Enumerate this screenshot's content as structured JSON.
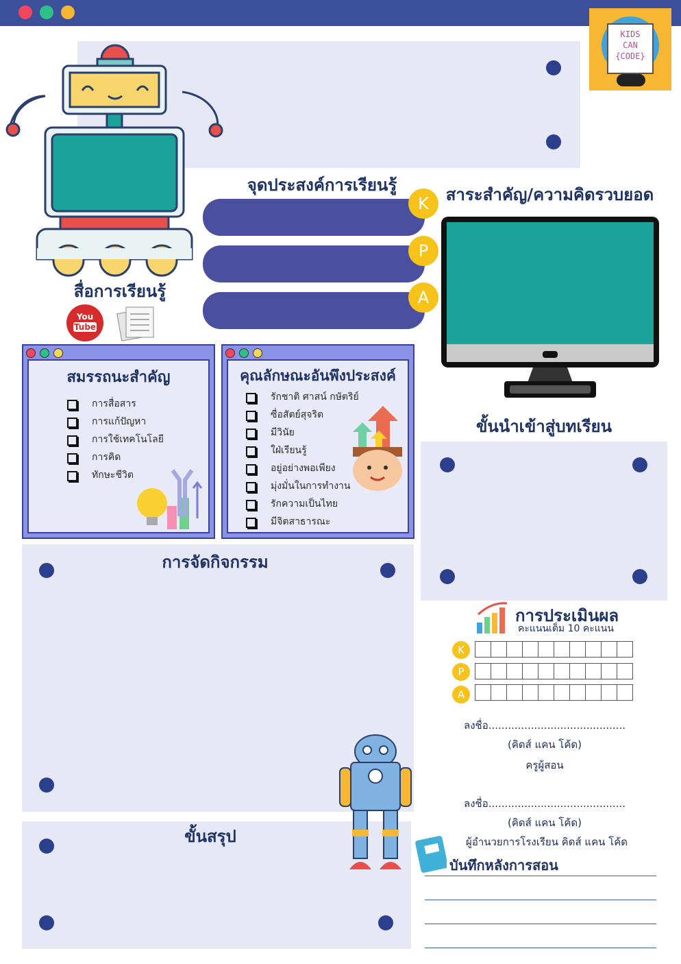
{
  "header": {
    "dot_colors": [
      "#f4455f",
      "#2ec08a",
      "#f7b733"
    ],
    "bar_color": "#3b4f9a"
  },
  "logo": {
    "line1": "KIDS",
    "line2": "CAN",
    "line3": "{CODE}"
  },
  "objectives": {
    "title": "จุดประสงค์การเรียนรู้",
    "badges": [
      "K",
      "P",
      "A"
    ]
  },
  "key_concept": {
    "title": "สาระสำคัญ/ความคิดรวบยอด"
  },
  "media": {
    "title": "สื่อการเรียนรู้",
    "youtube_line1": "You",
    "youtube_line2": "Tube"
  },
  "competencies": {
    "title": "สมรรถนะสำคัญ",
    "items": [
      "การสื่อสาร",
      "การแก้ปัญหา",
      "การใช้เทคโนโลยี",
      "การคิด",
      "ทักษะชีวิต"
    ]
  },
  "characteristics": {
    "title": "คุณลักษณะอันพึงประสงค์",
    "items": [
      "รักชาติ ศาสน์ กษัตริย์",
      "ซื่อสัตย์สุจริต",
      "มีวินัย",
      "ใฝ่เรียนรู้",
      "อยู่อย่างพอเพียง",
      "มุ่งมั่นในการทำงาน",
      "รักความเป็นไทย",
      "มีจิตสาธารณะ"
    ]
  },
  "intro": {
    "title": "ขั้นนำเข้าสู่บทเรียน"
  },
  "activities": {
    "title": "การจัดกิจกรรม"
  },
  "conclusion": {
    "title": "ขั้นสรุป"
  },
  "evaluation": {
    "title": "การประเมินผล",
    "subtitle": "คะแนนเต็ม 10 คะแนน",
    "rows": [
      "K",
      "P",
      "A"
    ],
    "max_score": 10
  },
  "signatures": {
    "teacher_sign": "ลงชื่อ..........................................",
    "teacher_name": "(คิดส์ แคน โค้ด)",
    "teacher_role": "ครูผู้สอน",
    "director_sign": "ลงชื่อ..........................................",
    "director_name": "(คิดส์ แคน โค้ด)",
    "director_role": "ผู้อำนวยการโรงเรียน คิดส์ แคน โค้ด"
  },
  "notes": {
    "title": "บันทึกหลังการสอน"
  }
}
